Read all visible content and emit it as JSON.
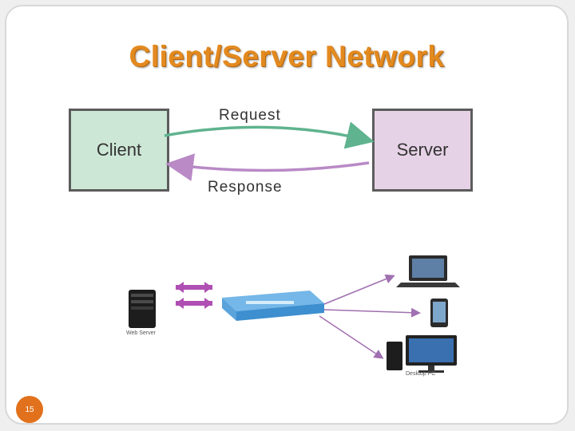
{
  "slide": {
    "title": "Client/Server Network",
    "page_number": "15"
  },
  "diagram": {
    "nodes": {
      "client": "Client",
      "server": "Server"
    },
    "edges": {
      "request": "Request",
      "response": "Response"
    },
    "colors": {
      "title": "#e38a1f",
      "client_fill": "#cde7d6",
      "server_fill": "#e6d2e6",
      "request_arrow": "#5fb38e",
      "response_arrow": "#b98ac6",
      "badge": "#e1711c"
    }
  },
  "network_illustration": {
    "server_caption": "Web Server",
    "pc_caption": "Desktop PC",
    "icons": [
      "server-tower-icon",
      "network-switch-icon",
      "laptop-icon",
      "smartphone-icon",
      "desktop-computer-icon"
    ]
  }
}
